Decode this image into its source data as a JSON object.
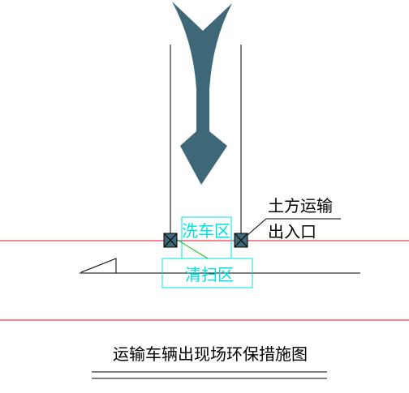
{
  "labels": {
    "exit_label_line1": "土方运输",
    "exit_label_line2": "出入口",
    "wash_area": "洗车区",
    "sweep_area": "清扫区",
    "title": "运输车辆出现场环保措施图"
  },
  "colors": {
    "arrow": "#3e6878",
    "gate_post": "#3e6878",
    "boundary_line": "#e0102a",
    "cyan_label": "#00e0e0",
    "green_line": "#10c010",
    "black": "#000000"
  },
  "icons": {
    "direction_arrow": "down-arrow-icon",
    "gate_post": "gate-post-icon",
    "level_marker": "elevation-triangle-icon"
  }
}
